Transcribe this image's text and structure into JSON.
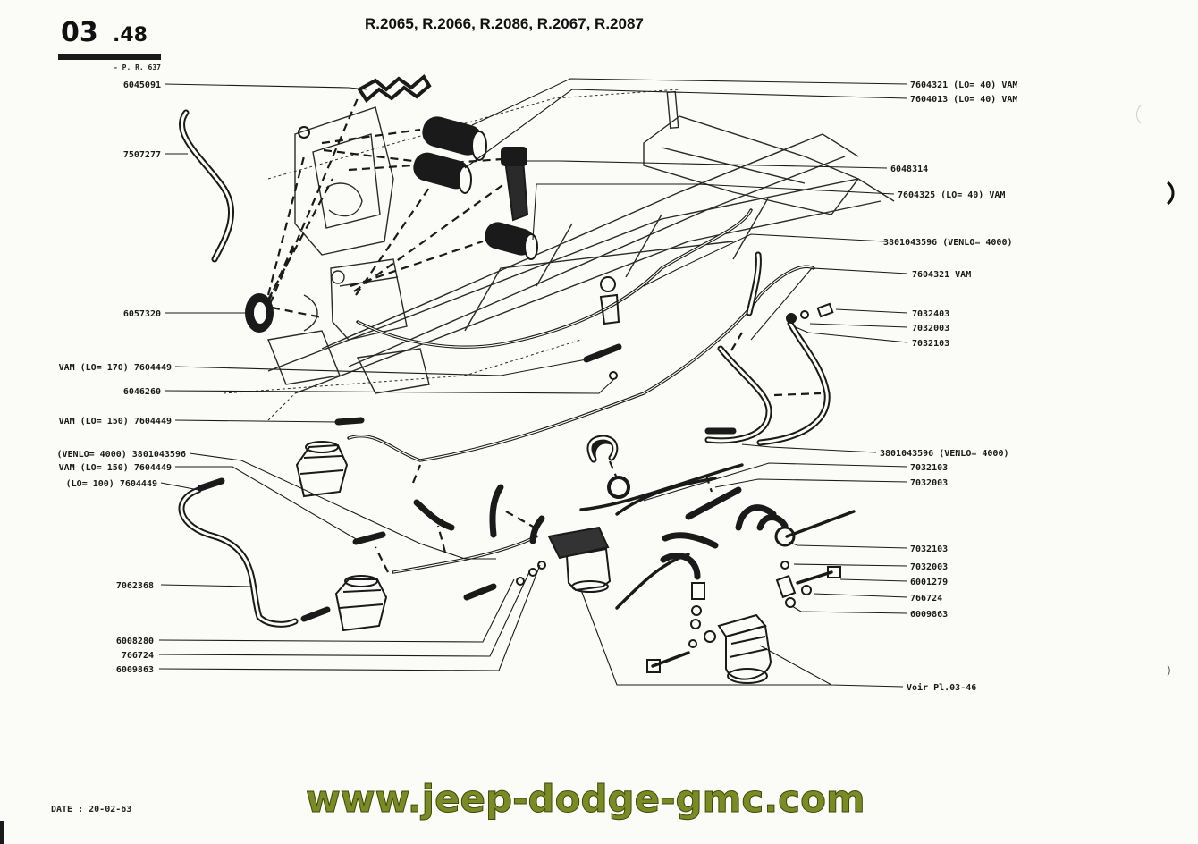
{
  "header": {
    "plate_code": "03",
    "plate_sub": ".48",
    "models": "R.2065, R.2066, R.2086, R.2067, R.2087",
    "ref": "- P. R. 637"
  },
  "footer": {
    "date": "DATE : 20-02-63",
    "watermark": "www.jeep-dodge-gmc.com"
  },
  "labels_left": [
    "6045091",
    "7507277",
    "6057320",
    "VAM (LO= 170) 7604449",
    "6046260",
    "VAM (LO= 150) 7604449",
    "(VENLO= 4000) 3801043596",
    "VAM (LO= 150) 7604449",
    "(LO= 100) 7604449",
    "7062368",
    "6008280",
    "766724",
    "6009863"
  ],
  "labels_right": [
    "7604321 (LO= 40) VAM",
    "7604013 (LO= 40) VAM",
    "6048314",
    "7604325 (LO= 40) VAM",
    "3801043596 (VENLO= 4000)",
    "7604321 VAM",
    "7032403",
    "7032003",
    "7032103",
    "3801043596 (VENLO= 4000)",
    "7032103",
    "7032003",
    "7032103",
    "7032003",
    "6001279",
    "766724",
    "6009863",
    "Voir Pl.03-46"
  ],
  "colors": {
    "ink": "#1a1a1a",
    "paper": "#fbfbf8",
    "watermark_fill": "#7a8a24",
    "watermark_stroke": "#3c4a08"
  }
}
